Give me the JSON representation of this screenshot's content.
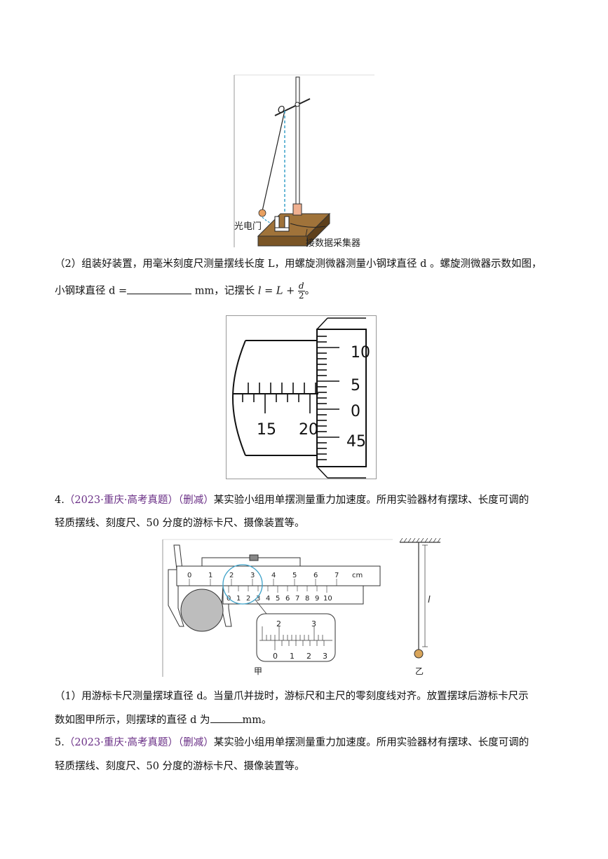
{
  "figure1": {
    "label_O": "O",
    "label_photogate": "光电门",
    "label_collector": "接数据采集器"
  },
  "q3_part2": {
    "line1": "（2）组装好装置，用毫米刻度尺测量摆线长度 L，用螺旋测微器测量小钢球直径 d 。螺旋测微器示数如图，",
    "line2_prefix": "小钢球直径 d =",
    "line2_unit": "mm，记摆长",
    "formula_lhs": "l = L +",
    "formula_num": "d",
    "formula_den": "2",
    "line2_suffix": "。"
  },
  "micrometer": {
    "sleeve_labels": [
      "15",
      "20"
    ],
    "thimble_labels": [
      "10",
      "5",
      "0",
      "45"
    ]
  },
  "q4": {
    "number": "4.",
    "source": "（2023·重庆·高考真题）（删减）",
    "line1": "某实验小组用单摆测量重力加速度。所用实验器材有摆球、长度可调的",
    "line2": "轻质摆线、刻度尺、50 分度的游标卡尺、摄像装置等。"
  },
  "caliper": {
    "main_labels": [
      "0",
      "1",
      "2",
      "3",
      "4",
      "5",
      "6",
      "7",
      "cm"
    ],
    "vernier_labels": [
      "0",
      "1",
      "2",
      "3",
      "4",
      "5",
      "6",
      "7",
      "8",
      "9",
      "10"
    ],
    "zoom_main_labels": [
      "2",
      "3"
    ],
    "zoom_vernier_labels": [
      "0",
      "1",
      "2",
      "3"
    ],
    "label_jia": "甲",
    "label_yi": "乙",
    "label_l": "l"
  },
  "q4_part1": {
    "line1": "（1）用游标卡尺测量摆球直径 d。当量爪并拢时，游标尺和主尺的零刻度线对齐。放置摆球后游标卡尺示",
    "line2_prefix": "数如图甲所示，则摆球的直径 d 为",
    "line2_suffix": "mm。"
  },
  "q5": {
    "number": "5.",
    "source": "（2023·重庆·高考真题）（删减）",
    "line1": "某实验小组用单摆测量重力加速度。所用实验器材有摆球、长度可调的",
    "line2": "轻质摆线、刻度尺、50 分度的游标卡尺、摄像装置等。"
  }
}
